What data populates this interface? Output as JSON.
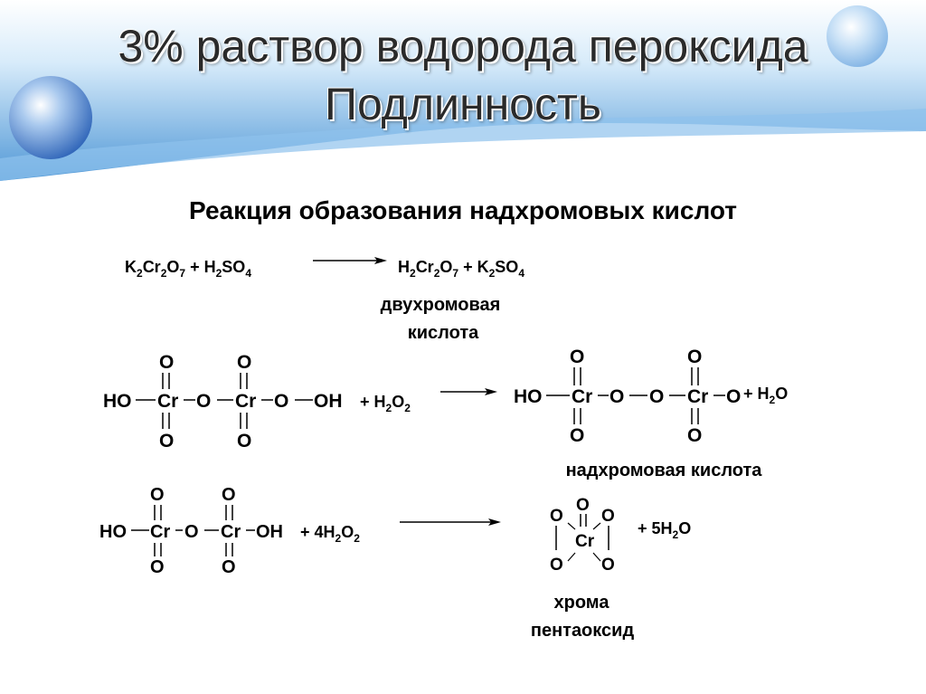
{
  "slide": {
    "title_line1": "3% раствор водорода пероксида",
    "title_line2": "Подлинность",
    "subtitle": "Реакция образования надхромовых кислот",
    "colors": {
      "banner": "#5b9fd8",
      "banner_light": "#9fcbef",
      "sphere": "#5a8fd0"
    }
  },
  "reaction1": {
    "K": "K",
    "sub2a": "2",
    "Cr": "Cr",
    "sub2b": "2",
    "O": "O",
    "sub7": "7",
    "plus_H": " + H",
    "sub2c": "2",
    "SO": "SO",
    "sub4": "4",
    "rH": "H",
    "rsub2a": "2",
    "rCr": "Cr",
    "rsub2b": "2",
    "rO": "O",
    "rsub7": "7",
    "rplus_K": " + K",
    "rsub2c": "2",
    "rSO": "SO",
    "rsub4": "4",
    "name_line1": "двухромовая",
    "name_line2": "кислота"
  },
  "reaction2": {
    "HO": "HO",
    "Cr": "Cr",
    "O": "O",
    "OH": "OH",
    "plus_H": "+ H",
    "sub2a": "2",
    "O2": "O",
    "sub2b": "2",
    "p_plus_H": "+ H",
    "p_sub2": "2",
    "p_O": "O",
    "name": "надхромовая кислота"
  },
  "reaction3": {
    "HO": "HO",
    "Cr": "Cr",
    "O": "O",
    "OH": "OH",
    "plus_4H": "+ 4H",
    "sub2a": "2",
    "O2": "O",
    "sub2b": "2",
    "p_plus_5H": "+ 5H",
    "p_sub2": "2",
    "p_O": "O",
    "name_line1": "хрома",
    "name_line2": "пентаоксид"
  }
}
